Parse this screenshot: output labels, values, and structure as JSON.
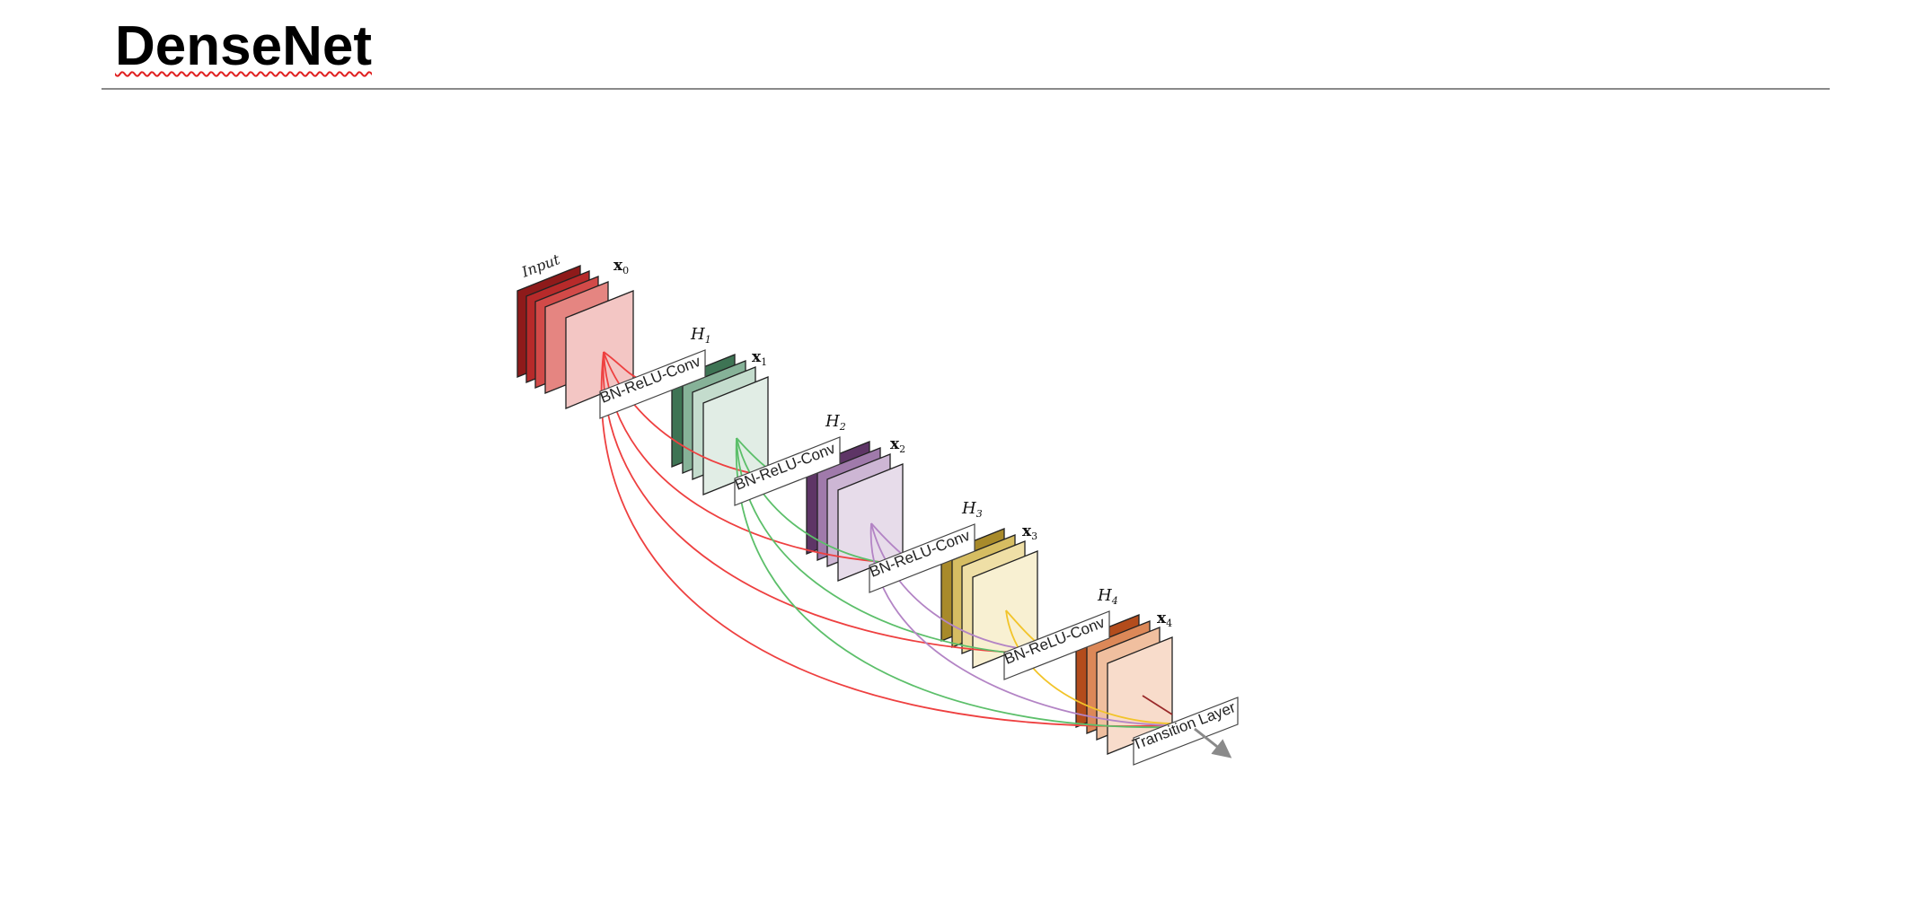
{
  "slide": {
    "title": "DenseNet"
  },
  "diagram": {
    "input_label": "Input",
    "blocks": [
      {
        "x_var": "x",
        "x_sub": "0"
      },
      {
        "h_var": "H",
        "h_sub": "1",
        "x_var": "x",
        "x_sub": "1",
        "op_label": "BN-ReLU-Conv"
      },
      {
        "h_var": "H",
        "h_sub": "2",
        "x_var": "x",
        "x_sub": "2",
        "op_label": "BN-ReLU-Conv"
      },
      {
        "h_var": "H",
        "h_sub": "3",
        "x_var": "x",
        "x_sub": "3",
        "op_label": "BN-ReLU-Conv"
      },
      {
        "h_var": "H",
        "h_sub": "4",
        "x_var": "x",
        "x_sub": "4",
        "op_label": "BN-ReLU-Conv"
      }
    ],
    "transition_label": "Transition Layer",
    "colors": {
      "block0": [
        "#8e1a1a",
        "#b72a2a",
        "#d24a48",
        "#e58581",
        "#f3c6c4"
      ],
      "block1": [
        "#3e7454",
        "#86b298",
        "#c4dccd",
        "#e1ede5"
      ],
      "block2": [
        "#5e3566",
        "#a07aab",
        "#cdb6d4",
        "#e7dcea"
      ],
      "block3": [
        "#a88a2a",
        "#d6bd62",
        "#efdfa6",
        "#f8f0d2"
      ],
      "block4": [
        "#b34c1c",
        "#dc8858",
        "#f0bf9f",
        "#f8dccb"
      ],
      "connections": {
        "red": "#ee4040",
        "green": "#5cbf6a",
        "purple": "#b384c5",
        "yellow": "#f2c42a"
      }
    }
  }
}
